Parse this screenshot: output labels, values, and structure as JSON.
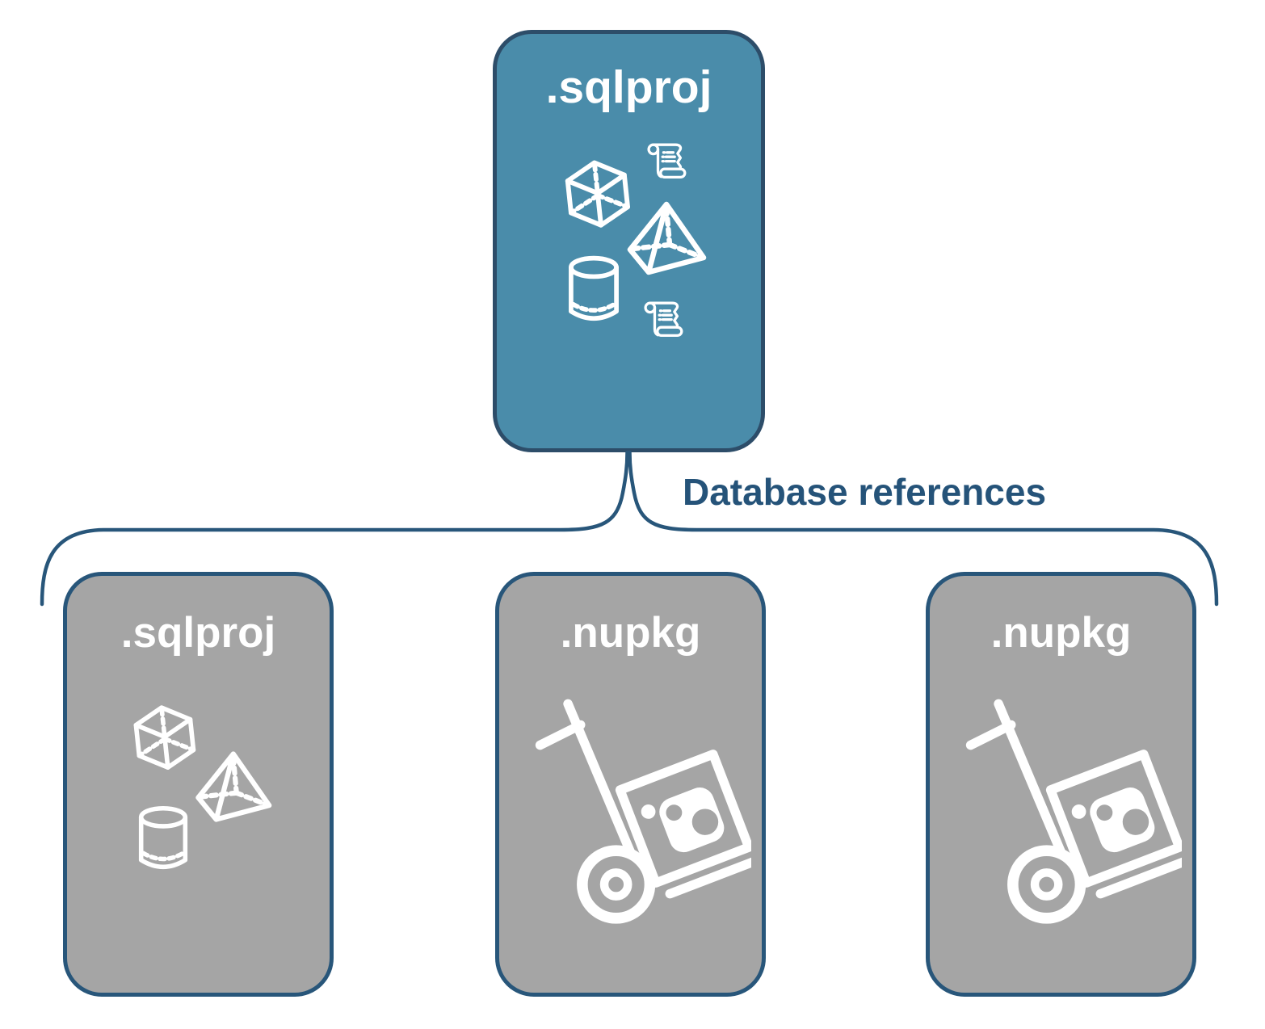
{
  "palette": {
    "accent_teal": "#4A8CAA",
    "box_gray": "#A5A5A5",
    "border_navy_dark": "#2D4D69",
    "border_navy": "#28567A",
    "label_blue": "#255379",
    "icon_white": "#FFFFFF"
  },
  "root_box": {
    "label": ".sqlproj",
    "icons": [
      "cube-icon",
      "scroll-icon",
      "pyramid-icon",
      "cylinder-icon",
      "scroll-icon"
    ]
  },
  "connector": {
    "label": "Database references"
  },
  "child_boxes": [
    {
      "label": ".sqlproj",
      "icons": [
        "cube-icon",
        "pyramid-icon",
        "cylinder-icon"
      ]
    },
    {
      "label": ".nupkg",
      "icons": [
        "hand-truck-package-icon"
      ]
    },
    {
      "label": ".nupkg",
      "icons": [
        "hand-truck-package-icon"
      ]
    }
  ]
}
